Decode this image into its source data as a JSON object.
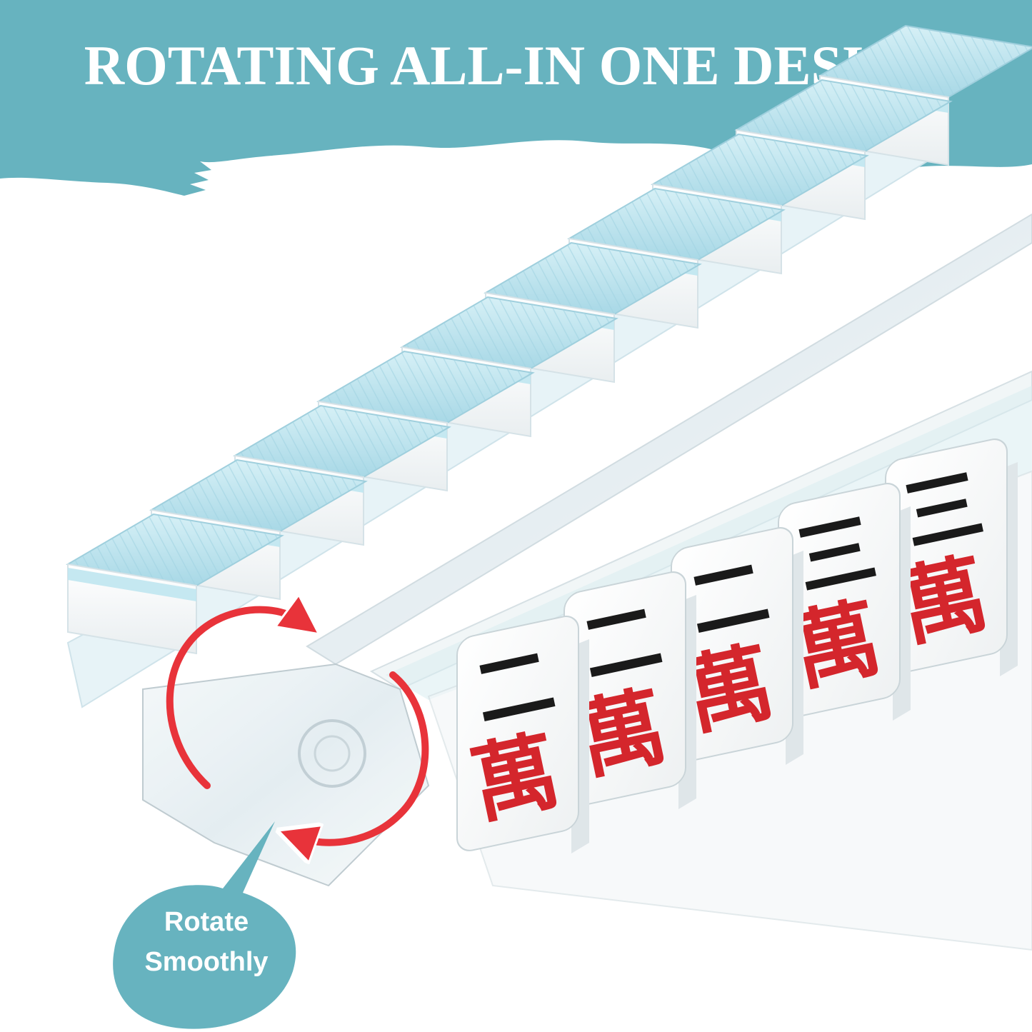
{
  "banner": {
    "title": "ROTATING ALL-IN ONE DESIGN",
    "color": "#67b3bf"
  },
  "callout": {
    "line1": "Rotate",
    "line2": "Smoothly",
    "color": "#67b3bf"
  },
  "rotation_arrow": {
    "color": "#e8333a"
  },
  "back_rack": {
    "tile_count": 10,
    "tile_back_color": "#bfe6f0"
  },
  "front_rack": {
    "tiles": [
      {
        "top": "二",
        "bottom": "萬"
      },
      {
        "top": "二",
        "bottom": "萬"
      },
      {
        "top": "二",
        "bottom": "萬"
      },
      {
        "top": "三",
        "bottom": "萬"
      },
      {
        "top": "三",
        "bottom": "萬"
      }
    ],
    "numeral_color": "#1a1a1a",
    "character_color": "#d4262c"
  }
}
